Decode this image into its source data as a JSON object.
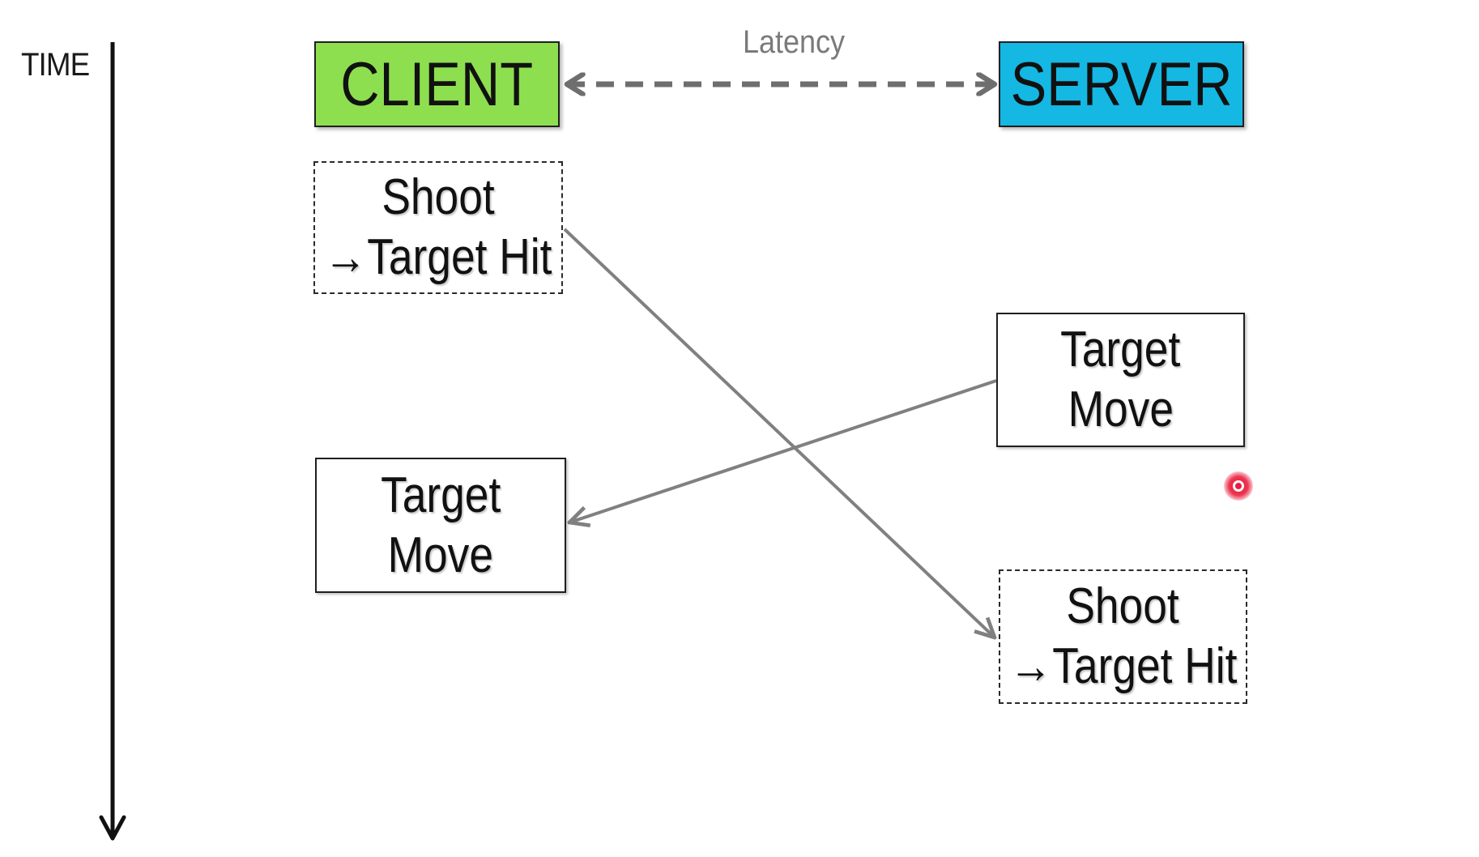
{
  "diagram": {
    "time_axis": {
      "label": "TIME"
    },
    "latency": {
      "label": "Latency"
    },
    "client": {
      "label": "CLIENT",
      "color": "#8ddf4f"
    },
    "server": {
      "label": "SERVER",
      "color": "#14b8e3"
    },
    "client_shoot": {
      "line1": "Shoot",
      "arrow": "→",
      "line2": "Target Hit",
      "border": "dashed"
    },
    "server_move": {
      "line1": "Target",
      "line2": "Move",
      "border": "solid"
    },
    "client_move": {
      "line1": "Target",
      "line2": "Move",
      "border": "solid"
    },
    "server_shoot": {
      "line1": "Shoot",
      "arrow": "→",
      "line2": "Target Hit",
      "border": "dashed"
    },
    "connector_color": "#808080",
    "cursor_color": "#e8173a"
  }
}
